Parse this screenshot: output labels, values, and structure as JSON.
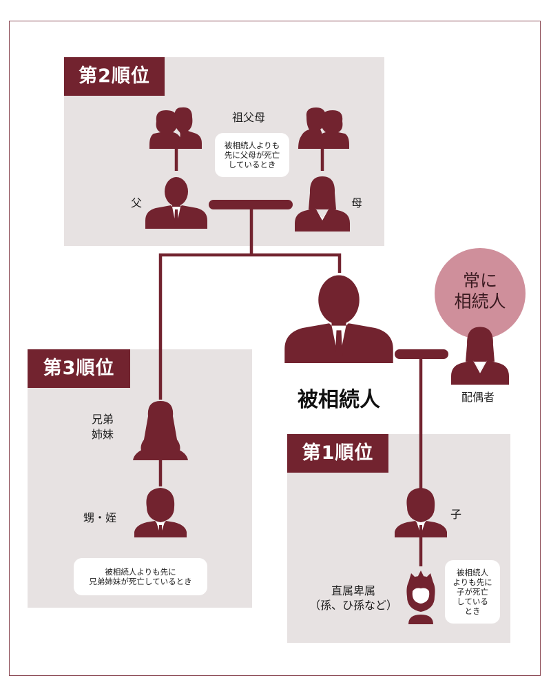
{
  "ranks": {
    "second": "第2順位",
    "third": "第3順位",
    "first": "第1順位"
  },
  "labels": {
    "grandparents": "祖父母",
    "father": "父",
    "mother": "母",
    "siblings": "兄弟\n姉妹",
    "nephew_niece": "甥・姪",
    "child": "子",
    "descendants": "直属卑属\n（孫、ひ孫など）",
    "spouse": "配偶者",
    "decedent": "被相続人",
    "always_heir": "常に\n相続人"
  },
  "notes": {
    "parents_predeceased": "被相続人よりも\n先に父母が死亡\nしているとき",
    "siblings_predeceased": "被相続人よりも先に\n兄弟姉妹が死亡しているとき",
    "children_predeceased": "被相続人\nよりも先に\n子が死亡\nしている\nとき"
  },
  "colors": {
    "accent": "#72232f",
    "panel": "#e7e2e2",
    "circle": "#cf8f9b",
    "frame": "#8c4a55"
  }
}
